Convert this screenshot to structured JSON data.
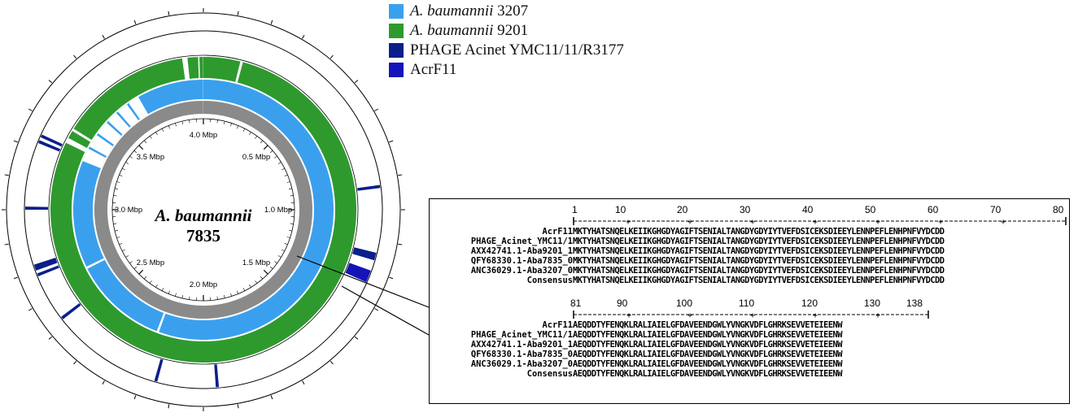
{
  "legend": [
    {
      "label_italic": "A. baumannii",
      "label_rest": " 3207",
      "color": "#3aa0ee"
    },
    {
      "label_italic": "A. baumannii",
      "label_rest": " 9201",
      "color": "#2e9a2e"
    },
    {
      "label_italic": "",
      "label_rest": "PHAGE  Acinet  YMC11/11/R3177",
      "color": "#0a1f8a"
    },
    {
      "label_italic": "",
      "label_rest": "AcrF11",
      "color": "#1414b8"
    }
  ],
  "genome_map": {
    "center_title": "A. baumannii",
    "center_subtitle": "7835",
    "tick_labels": [
      "4.0 Mbp",
      "0.5 Mbp",
      "1.0 Mbp",
      "1.5 Mbp",
      "2.0 Mbp",
      "2.5 Mbp",
      "3.0 Mbp",
      "3.5 Mbp"
    ],
    "colors": {
      "gray_ring": "#8a8a8a",
      "blue_ring": "#3aa0ee",
      "green_ring": "#2e9a2e",
      "phage": "#0a1f8a",
      "acr": "#1414b8"
    }
  },
  "alignment": {
    "block1": {
      "numbers": [
        "1",
        "10",
        "20",
        "30",
        "40",
        "50",
        "60",
        "70",
        "80"
      ],
      "rows": [
        {
          "name": "AcrF11",
          "seq": "MKTYHATSNQELKEIIKGHGDYAGIFTSENIALTANGDYGDYIYTVEFDSICEKSDIEEYLENNPEFLENHPNFVYDCDD"
        },
        {
          "name": "PHAGE_Acinet_YMC11/1",
          "seq": "MKTYHATSNQELKEIIKGHGDYAGIFTSENIALTANGDYGDYIYTVEFDSICEKSDIEEYLENNPEFLENHPNFVYDCDD"
        },
        {
          "name": "AXX42741.1-Aba9201_1",
          "seq": "MKTYHATSNQELKEIIKGHGDYAGIFTSENIALTANGDYGDYIYTVEFDSICEKSDIEEYLENNPEFLENHPNFVYDCDD"
        },
        {
          "name": "QFY68330.1-Aba7835_0",
          "seq": "MKTYHATSNQELKEIIKGHGDYAGIFTSENIALTANGDYGDYIYTVEFDSICEKSDIEEYLENNPEFLENHPNFVYDCDD"
        },
        {
          "name": "ANC36029.1-Aba3207_0",
          "seq": "MKTYHATSNQELKEIIKGHGDYAGIFTSENIALTANGDYGDYIYTVEFDSICEKSDIEEYLENNPEFLENHPNFVYDCDD"
        },
        {
          "name": "Consensus",
          "seq": "MKTYHATSNQELKEIIKGHGDYAGIFTSENIALTANGDYGDYIYTVEFDSICEKSDIEEYLENNPEFLENHPNFVYDCDD"
        }
      ]
    },
    "block2": {
      "numbers": [
        "81",
        "90",
        "100",
        "110",
        "120",
        "130",
        "138"
      ],
      "rows": [
        {
          "name": "AcrF11",
          "seq": "AEQDDTYFENQKLRALIAIELGFDAVEENDGWLYVNGKVDFLGHRKSEVVETEIEENW"
        },
        {
          "name": "PHAGE_Acinet_YMC11/1",
          "seq": "AEQDDTYFENQKLRALIAIELGFDAVEENDGWLYVNGKVDFLGHRKSEVVETEIEENW"
        },
        {
          "name": "AXX42741.1-Aba9201_1",
          "seq": "AEQDDTYFENQKLRALIAIELGFDAVEENDGWLYVNGKVDFLGHRKSEVVETEIEENW"
        },
        {
          "name": "QFY68330.1-Aba7835_0",
          "seq": "AEQDDTYFENQKLRALIAIELGFDAVEENDGWLYVNGKVDFLGHRKSEVVETEIEENW"
        },
        {
          "name": "ANC36029.1-Aba3207_0",
          "seq": "AEQDDTYFENQKLRALIAIELGFDAVEENDGWLYVNGKVDFLGHRKSEVVETEIEENW"
        },
        {
          "name": "Consensus",
          "seq": "AEQDDTYFENQKLRALIAIELGFDAVEENDGWLYVNGKVDFLGHRKSEVVETEIEENW"
        }
      ]
    }
  }
}
